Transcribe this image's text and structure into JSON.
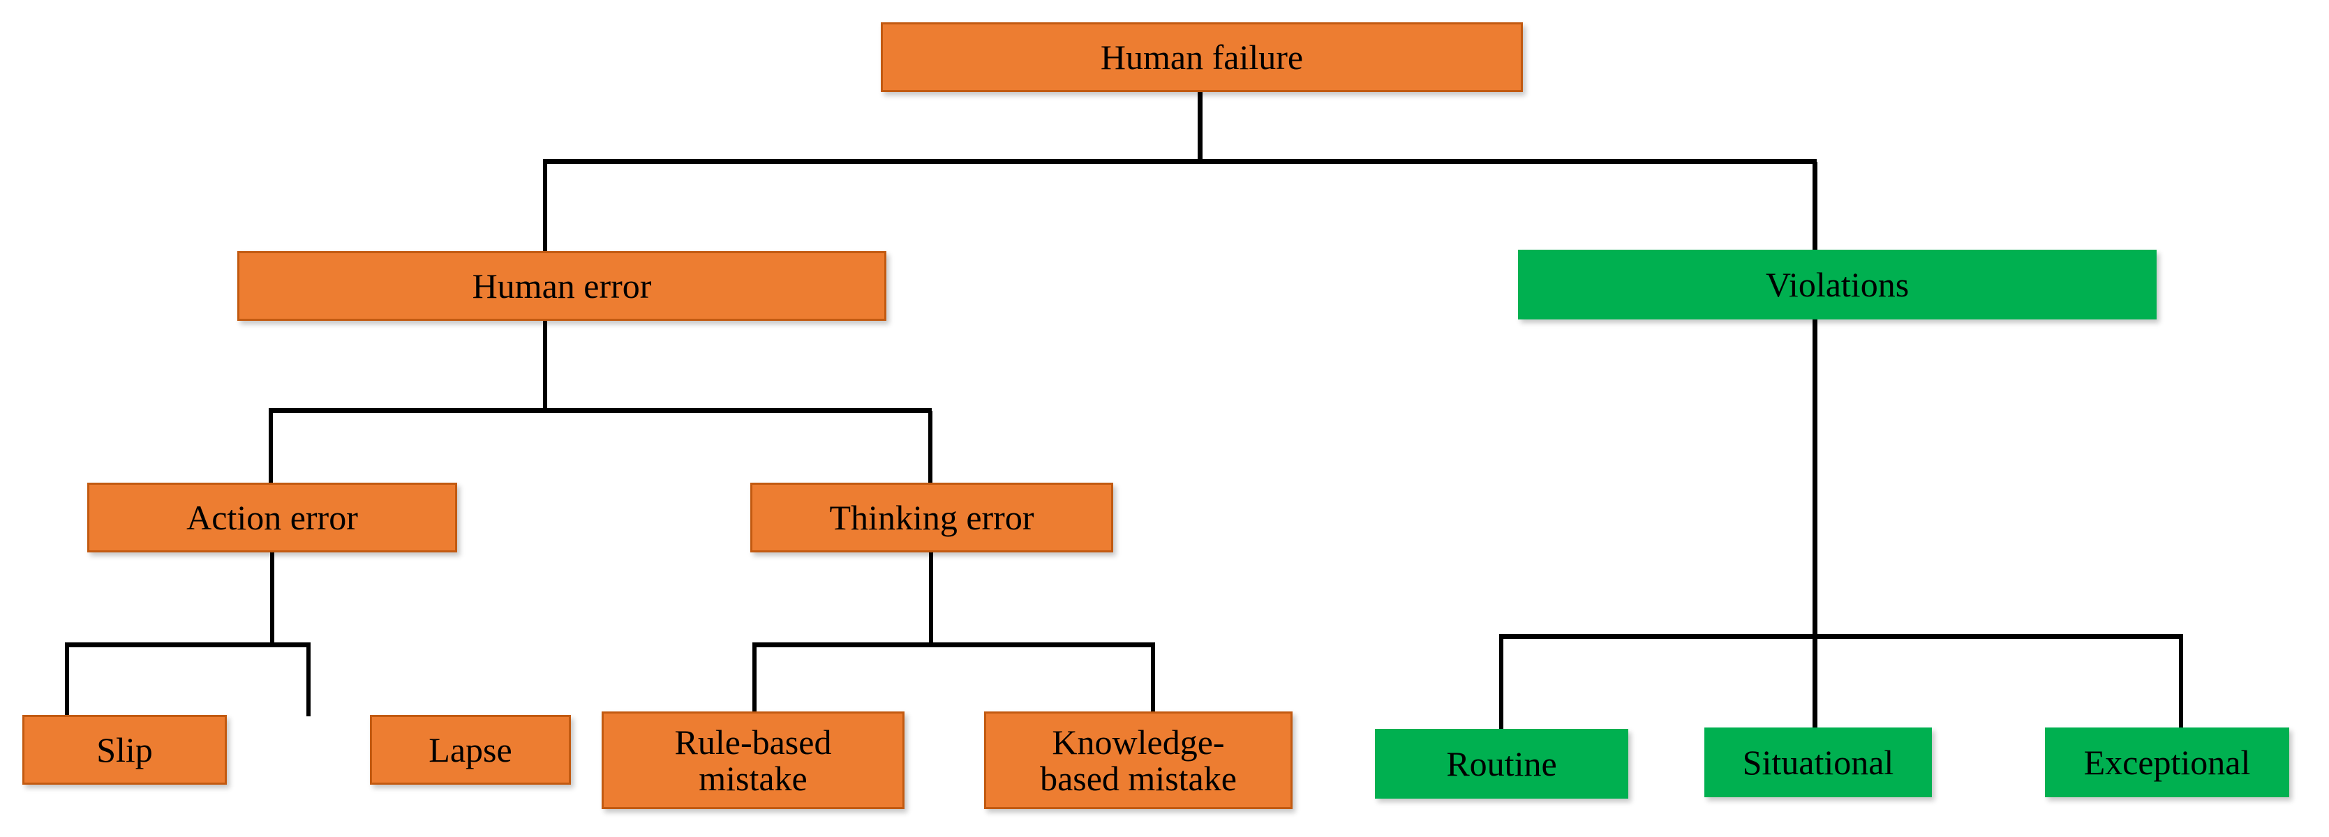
{
  "diagram": {
    "title": "Human failure classification tree",
    "colors": {
      "orange_fill": "#ED7D31",
      "orange_border": "#C25A11",
      "green_fill": "#00B050",
      "connector": "#000000",
      "background": "#FFFFFF",
      "text": "#000000"
    },
    "nodes": {
      "root": {
        "label": "Human failure",
        "category": "orange"
      },
      "human_error": {
        "label": "Human error",
        "category": "orange"
      },
      "violations": {
        "label": "Violations",
        "category": "green"
      },
      "action_error": {
        "label": "Action error",
        "category": "orange"
      },
      "thinking_error": {
        "label": "Thinking error",
        "category": "orange"
      },
      "slip": {
        "label": "Slip",
        "category": "orange"
      },
      "lapse": {
        "label": "Lapse",
        "category": "orange"
      },
      "rule_based_mistake": {
        "label": "Rule-based\nmistake",
        "category": "orange"
      },
      "knowledge_based_mistake": {
        "label": "Knowledge-\nbased mistake",
        "category": "orange"
      },
      "routine": {
        "label": "Routine",
        "category": "green"
      },
      "situational": {
        "label": "Situational",
        "category": "green"
      },
      "exceptional": {
        "label": "Exceptional",
        "category": "green"
      }
    }
  }
}
